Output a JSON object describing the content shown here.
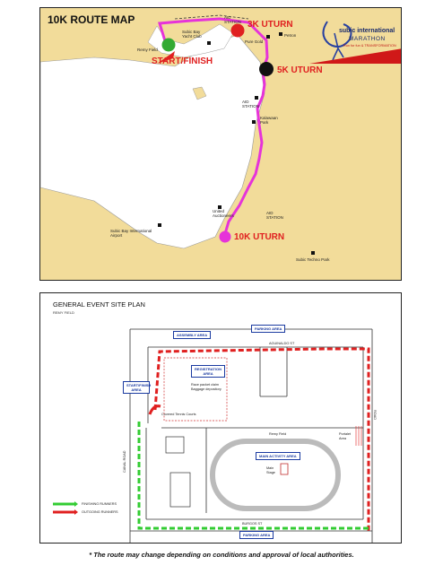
{
  "route_map": {
    "title": "10K ROUTE MAP",
    "markers": {
      "start_finish": "START/FINISH",
      "u3k": "3K UTURN",
      "u5k": "5K UTURN",
      "u10k": "10K UTURN"
    },
    "places": {
      "remy_field": "Remy Field",
      "yacht_club": "Subic Bay Yacht Club",
      "aid_station_1": "AID STATION",
      "pure_gold": "Pure Gold",
      "petron": "Petron",
      "aid_station_2": "AID STATION",
      "kalawaan_park": "Kalawaan Park",
      "united_auctioneers": "United Auctioneers",
      "aid_station_3": "AID STATION",
      "airport": "Subic Bay International Airport",
      "techno_park": "Subic Techno Park"
    },
    "logo": {
      "line1": "subic international",
      "line2": "MARATHON",
      "tagline": "Run for fun & TRANSFORMATION"
    },
    "colors": {
      "route": "#e633d9",
      "land": "#f2dc9a",
      "red": "#e02020",
      "green": "#33aa33",
      "black": "#111111"
    }
  },
  "site_plan": {
    "title": "GENERAL EVENT SITE PLAN",
    "subtitle": "REMY FIELD",
    "assembly_area": "ASSEMBLY AREA",
    "parking_top": "PARKING AREA",
    "parking_bottom": "PARKING AREA",
    "registration": "REGISTRATION AREA",
    "registration_note": "Race packet claim Baggage depository",
    "start_finish_area": "START/FINISH AREA",
    "covered_courts": "Covered Tennis Courts",
    "remy_field": "Remy Field",
    "main_activity": "MAIN ACTIVITY AREA",
    "main_stage": "Main Stage",
    "portalet": "Portalet Area",
    "streets": {
      "aguinaldo": "AGUINALDO ST",
      "burgos": "BURGOS ST",
      "canal": "CANAL ROAD",
      "right_road": "ROAD"
    },
    "legend": {
      "finishing": "FINISHING RUNNERS",
      "outgoing": "OUTGOING RUNNERS"
    },
    "colors": {
      "finishing": "#33cc33",
      "outgoing": "#e02020",
      "label_border": "#1a3aa0"
    }
  },
  "footnote": "* The route may change depending on conditions and approval of local authorities."
}
